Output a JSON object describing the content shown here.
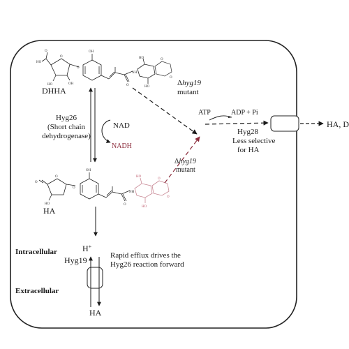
{
  "compounds": {
    "dhha": "DHHA",
    "ha": "HA"
  },
  "enzyme_hyg26": {
    "name": "Hyg26",
    "desc_line1": "(Short chain",
    "desc_line2": "dehydrogenase)"
  },
  "cofactors": {
    "nad": "NAD",
    "nadh": "NADH",
    "atp": "ATP",
    "adp": "ADP + Pi"
  },
  "mutant_top": {
    "delta": "Δ",
    "gene": "hyg19",
    "word": "mutant"
  },
  "mutant_bottom": {
    "delta": "Δ",
    "gene": "hyg19",
    "word": "mutant"
  },
  "transporter_hyg28": {
    "name": "Hyg28",
    "line1": "Less selective",
    "line2": "for HA"
  },
  "export_product": "HA, DHHA",
  "compartments": {
    "intracellular": "Intracellular",
    "extracellular": "Extracellular"
  },
  "hyg19": {
    "name": "Hyg19",
    "proton": "H",
    "proton_sup": "+",
    "export_ha": "HA",
    "note_line1": "Rapid efflux drives the",
    "note_line2": "Hyg26 reaction forward"
  },
  "atom_labels": {
    "oh": "OH",
    "ho": "HO",
    "o": "O",
    "nh": "NH"
  },
  "colors": {
    "ink": "#1a1a1a",
    "nadh_red": "#8b2a3a",
    "faded_red": "#c98a96",
    "cell_border": "#222222"
  }
}
